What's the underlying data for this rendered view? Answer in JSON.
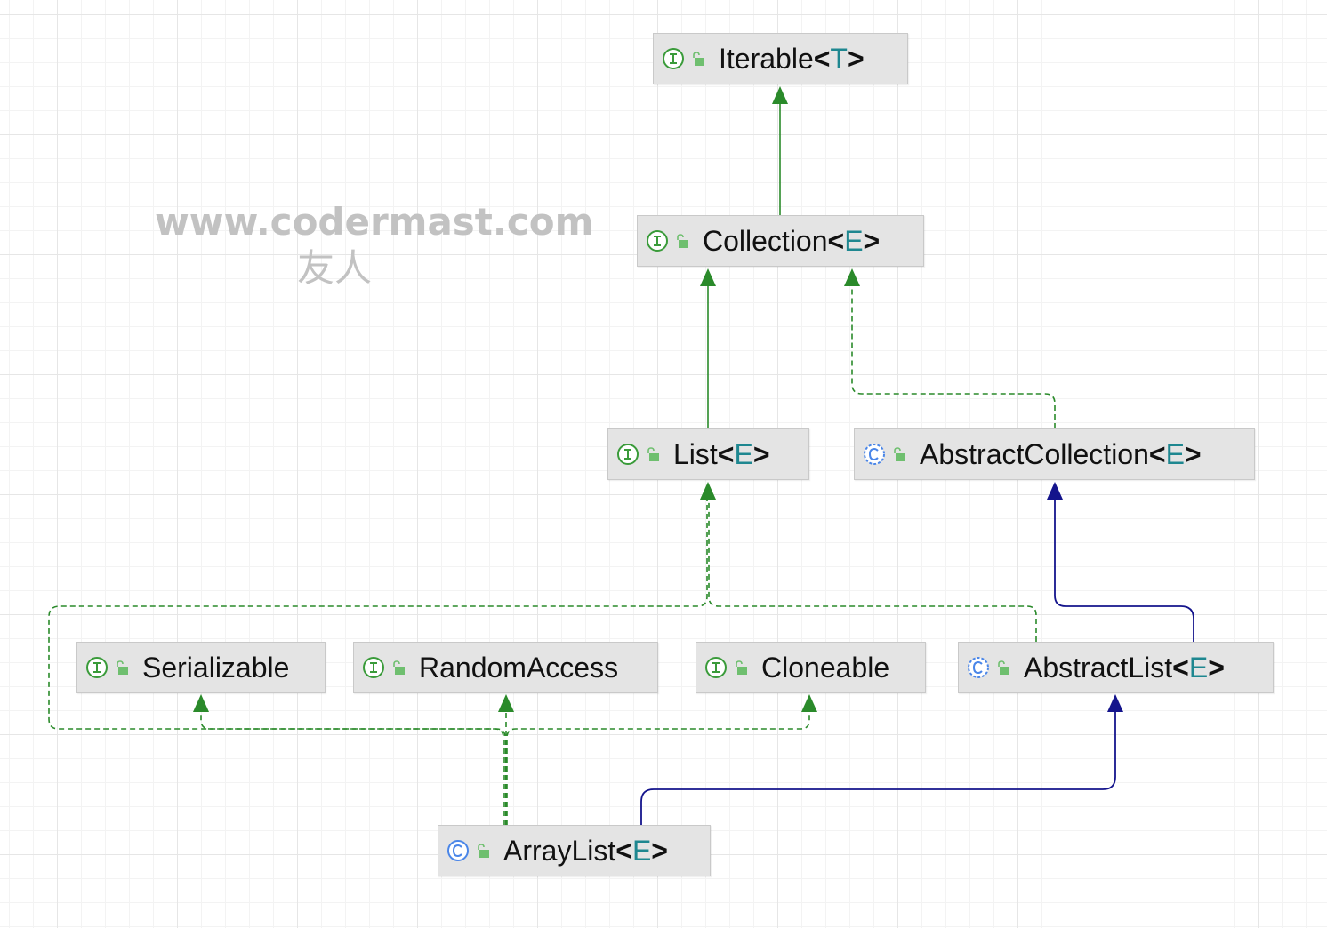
{
  "watermark": {
    "url": "www.codermast.com",
    "subtitle": "友人"
  },
  "colors": {
    "interface_edge": "#2a8a2a",
    "class_edge": "#14148c",
    "interface_icon": "#3a9b3a",
    "class_icon": "#4a86e8",
    "type_param": "#1e8790",
    "node_fill": "#e4e4e4"
  },
  "nodes": {
    "iterable": {
      "name": "Iterable",
      "type_param": "T",
      "kind": "interface",
      "icon": "interface-icon"
    },
    "collection": {
      "name": "Collection",
      "type_param": "E",
      "kind": "interface",
      "icon": "interface-icon"
    },
    "list": {
      "name": "List",
      "type_param": "E",
      "kind": "interface",
      "icon": "interface-icon"
    },
    "abstract_collection": {
      "name": "AbstractCollection",
      "type_param": "E",
      "kind": "abstract-class",
      "icon": "abstract-class-icon"
    },
    "serializable": {
      "name": "Serializable",
      "type_param": "",
      "kind": "interface",
      "icon": "interface-icon"
    },
    "random_access": {
      "name": "RandomAccess",
      "type_param": "",
      "kind": "interface",
      "icon": "interface-icon"
    },
    "cloneable": {
      "name": "Cloneable",
      "type_param": "",
      "kind": "interface",
      "icon": "interface-icon"
    },
    "abstract_list": {
      "name": "AbstractList",
      "type_param": "E",
      "kind": "abstract-class",
      "icon": "abstract-class-icon"
    },
    "array_list": {
      "name": "ArrayList",
      "type_param": "E",
      "kind": "class",
      "icon": "class-icon"
    }
  },
  "edges": [
    {
      "from": "Collection",
      "to": "Iterable",
      "relation": "extends"
    },
    {
      "from": "List",
      "to": "Collection",
      "relation": "extends"
    },
    {
      "from": "AbstractCollection",
      "to": "Collection",
      "relation": "implements"
    },
    {
      "from": "AbstractList",
      "to": "AbstractCollection",
      "relation": "extends"
    },
    {
      "from": "AbstractList",
      "to": "List",
      "relation": "implements"
    },
    {
      "from": "ArrayList",
      "to": "AbstractList",
      "relation": "extends"
    },
    {
      "from": "ArrayList",
      "to": "List",
      "relation": "implements"
    },
    {
      "from": "ArrayList",
      "to": "Serializable",
      "relation": "implements"
    },
    {
      "from": "ArrayList",
      "to": "RandomAccess",
      "relation": "implements"
    },
    {
      "from": "ArrayList",
      "to": "Cloneable",
      "relation": "implements"
    }
  ]
}
